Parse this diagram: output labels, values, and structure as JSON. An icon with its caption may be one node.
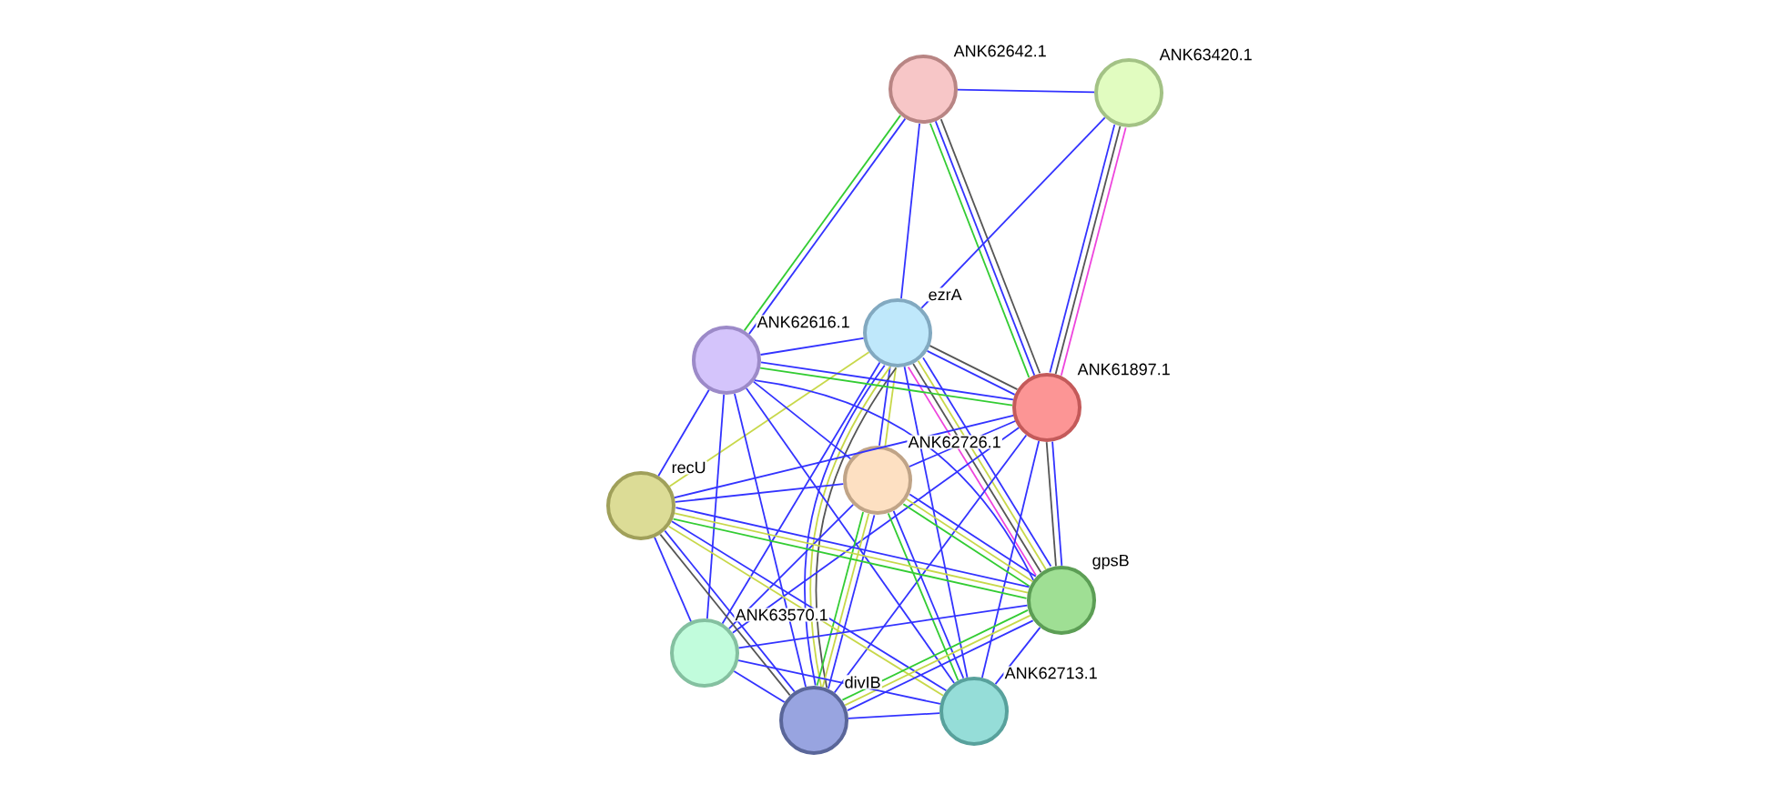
{
  "diagram": {
    "nodes": [
      {
        "text": [
          "ANK62642.1"
        ]
      },
      {
        "text": [
          "ANK63420.1"
        ]
      },
      {
        "text": [
          "ezrA"
        ]
      },
      {
        "text": [
          "ANK62616.1"
        ]
      },
      {
        "text": [
          "ANK61897.1"
        ]
      },
      {
        "text": [
          "ANK62726.1"
        ]
      },
      {
        "text": [
          "recU"
        ]
      },
      {
        "text": [
          "gpsB"
        ]
      },
      {
        "text": [
          "ANK63570.1"
        ]
      },
      {
        "text": [
          "divIB"
        ]
      },
      {
        "text": [
          "ANK62713.1"
        ]
      }
    ],
    "edges": [
      {
        "from": 0,
        "to": 1,
        "arrow": "none"
      },
      {
        "from": 0,
        "to": 3,
        "arrow": "none",
        "color": "#33cc33"
      },
      {
        "from": 0,
        "to": 3,
        "arrow": "none"
      },
      {
        "from": 0,
        "to": 2,
        "arrow": "none"
      },
      {
        "from": 0,
        "to": 4,
        "arrow": "none",
        "color": "#33cc33"
      },
      {
        "from": 0,
        "to": 4,
        "arrow": "none"
      },
      {
        "from": 0,
        "to": 4,
        "arrow": "none",
        "color": "#555555"
      },
      {
        "from": 1,
        "to": 2,
        "arrow": "none"
      },
      {
        "from": 1,
        "to": 4,
        "arrow": "none"
      },
      {
        "from": 1,
        "to": 4,
        "arrow": "none",
        "color": "#555555"
      },
      {
        "from": 1,
        "to": 4,
        "arrow": "none",
        "color": "#ee44dd"
      },
      {
        "from": 2,
        "to": 3,
        "arrow": "none"
      },
      {
        "from": 2,
        "to": 4,
        "arrow": "none"
      },
      {
        "from": 2,
        "to": 4,
        "arrow": "none",
        "color": "#555555"
      },
      {
        "from": 2,
        "to": 5,
        "arrow": "none"
      },
      {
        "from": 2,
        "to": 5,
        "arrow": "none",
        "color": "#c8d84a"
      },
      {
        "from": 2,
        "to": 7,
        "arrow": "none",
        "color": "#ee44dd"
      },
      {
        "from": 2,
        "to": 7,
        "arrow": "none",
        "color": "#555555"
      },
      {
        "from": 2,
        "to": 7,
        "arrow": "none",
        "color": "#c8d84a"
      },
      {
        "from": 2,
        "to": 7,
        "arrow": "none"
      },
      {
        "from": 2,
        "to": 6,
        "arrow": "none",
        "color": "#c8d84a"
      },
      {
        "from": 2,
        "to": 8,
        "arrow": "none"
      },
      {
        "from": 2,
        "to": 9,
        "arrow": "none"
      },
      {
        "from": 2,
        "to": 9,
        "arrow": "none",
        "color": "#c8d84a"
      },
      {
        "from": 2,
        "to": 9,
        "arrow": "none",
        "color": "#555555"
      },
      {
        "from": 2,
        "to": 10,
        "arrow": "none"
      },
      {
        "from": 3,
        "to": 4,
        "arrow": "none",
        "color": "#33cc33"
      },
      {
        "from": 3,
        "to": 4,
        "arrow": "none"
      },
      {
        "from": 3,
        "to": 5,
        "arrow": "none"
      },
      {
        "from": 3,
        "to": 6,
        "arrow": "none"
      },
      {
        "from": 3,
        "to": 7,
        "arrow": "none"
      },
      {
        "from": 3,
        "to": 8,
        "arrow": "none"
      },
      {
        "from": 3,
        "to": 9,
        "arrow": "none"
      },
      {
        "from": 3,
        "to": 10,
        "arrow": "none"
      },
      {
        "from": 4,
        "to": 5,
        "arrow": "none"
      },
      {
        "from": 4,
        "to": 6,
        "arrow": "none"
      },
      {
        "from": 4,
        "to": 7,
        "arrow": "none",
        "color": "#555555"
      },
      {
        "from": 4,
        "to": 7,
        "arrow": "none"
      },
      {
        "from": 4,
        "to": 8,
        "arrow": "none"
      },
      {
        "from": 4,
        "to": 9,
        "arrow": "none"
      },
      {
        "from": 4,
        "to": 10,
        "arrow": "none"
      },
      {
        "from": 5,
        "to": 6,
        "arrow": "none"
      },
      {
        "from": 5,
        "to": 7,
        "arrow": "none",
        "color": "#33cc33"
      },
      {
        "from": 5,
        "to": 7,
        "arrow": "none",
        "color": "#c8d84a"
      },
      {
        "from": 5,
        "to": 7,
        "arrow": "none"
      },
      {
        "from": 5,
        "to": 8,
        "arrow": "none"
      },
      {
        "from": 5,
        "to": 9,
        "arrow": "none",
        "color": "#33cc33"
      },
      {
        "from": 5,
        "to": 9,
        "arrow": "none",
        "color": "#c8d84a"
      },
      {
        "from": 5,
        "to": 9,
        "arrow": "none"
      },
      {
        "from": 5,
        "to": 10,
        "arrow": "none",
        "color": "#33cc33"
      },
      {
        "from": 5,
        "to": 10,
        "arrow": "none"
      },
      {
        "from": 6,
        "to": 7,
        "arrow": "none",
        "color": "#33cc33"
      },
      {
        "from": 6,
        "to": 7,
        "arrow": "none",
        "color": "#c8d84a"
      },
      {
        "from": 6,
        "to": 7,
        "arrow": "none"
      },
      {
        "from": 6,
        "to": 8,
        "arrow": "none"
      },
      {
        "from": 6,
        "to": 9,
        "arrow": "none",
        "color": "#555555"
      },
      {
        "from": 6,
        "to": 9,
        "arrow": "none"
      },
      {
        "from": 6,
        "to": 10,
        "arrow": "none",
        "color": "#c8d84a"
      },
      {
        "from": 6,
        "to": 10,
        "arrow": "none"
      },
      {
        "from": 7,
        "to": 8,
        "arrow": "none"
      },
      {
        "from": 7,
        "to": 9,
        "arrow": "none",
        "color": "#33cc33"
      },
      {
        "from": 7,
        "to": 9,
        "arrow": "none",
        "color": "#c8d84a"
      },
      {
        "from": 7,
        "to": 9,
        "arrow": "none"
      },
      {
        "from": 7,
        "to": 10,
        "arrow": "none"
      },
      {
        "from": 8,
        "to": 9,
        "arrow": "none"
      },
      {
        "from": 8,
        "to": 10,
        "arrow": "none"
      },
      {
        "from": 9,
        "to": 10,
        "arrow": "none"
      }
    ]
  }
}
